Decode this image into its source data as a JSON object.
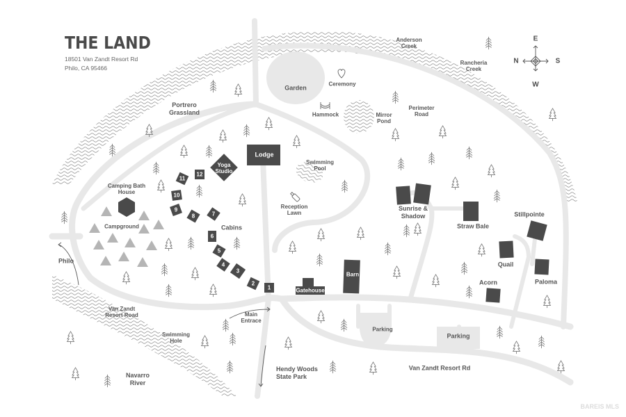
{
  "header": {
    "title": "THE LAND",
    "address_line1": "18501 Van Zandt Resort Rd",
    "address_line2": "Philo, CA 95466"
  },
  "compass": {
    "north": "N",
    "east": "E",
    "south": "S",
    "west": "W"
  },
  "colors": {
    "building": "#4a4a4a",
    "road": "#e8e8e8",
    "water_lines": "#8a8a8a",
    "tree_outline": "#777777",
    "tent": "#b5b5b5",
    "background": "#ffffff"
  },
  "labels": {
    "garden": "Garden",
    "ceremony": "Ceremony",
    "hammock": "Hammock",
    "mirror_pond_1": "Mirror",
    "mirror_pond_2": "Pond",
    "perimeter_road_1": "Perimeter",
    "perimeter_road_2": "Road",
    "anderson_creek_1": "Anderson",
    "anderson_creek_2": "Creek",
    "rancheria_creek_1": "Rancheria",
    "rancheria_creek_2": "Creek",
    "portrero_1": "Portrero",
    "portrero_2": "Grassland",
    "lodge": "Lodge",
    "yoga_1": "Yoga",
    "yoga_2": "Studio",
    "swimming_pool_1": "Swimming",
    "swimming_pool_2": "Pool",
    "reception_1": "Reception",
    "reception_2": "Lawn",
    "camping_bath_1": "Camping Bath",
    "camping_bath_2": "House",
    "campground": "Campground",
    "cabins": "Cabins",
    "philo": "Philo",
    "gatehouse": "Gatehouse",
    "barn": "Barn",
    "sunrise_1": "Sunrise &",
    "sunrise_2": "Shadow",
    "straw_bale": "Straw Bale",
    "stillpointe": "Stillpointe",
    "quail": "Quail",
    "paloma": "Paloma",
    "acorn": "Acorn",
    "parking_round": "Parking",
    "parking_square": "Parking",
    "vzr_road_1": "Van Zandt",
    "vzr_road_2": "Resort Road",
    "main_entrance_1": "Main",
    "main_entrance_2": "Entrace",
    "swimming_hole_1": "Swimming",
    "swimming_hole_2": "Hole",
    "hendy_1": "Hendy Woods",
    "hendy_2": "State Park",
    "navarro_1": "Navarro",
    "navarro_2": "River",
    "vzr_rd_bottom": "Van Zandt Resort Rd"
  },
  "cabins": [
    "1",
    "2",
    "3",
    "4",
    "5",
    "6",
    "7",
    "8",
    "9",
    "10",
    "11",
    "12"
  ],
  "watermark": "BAREIS MLS"
}
